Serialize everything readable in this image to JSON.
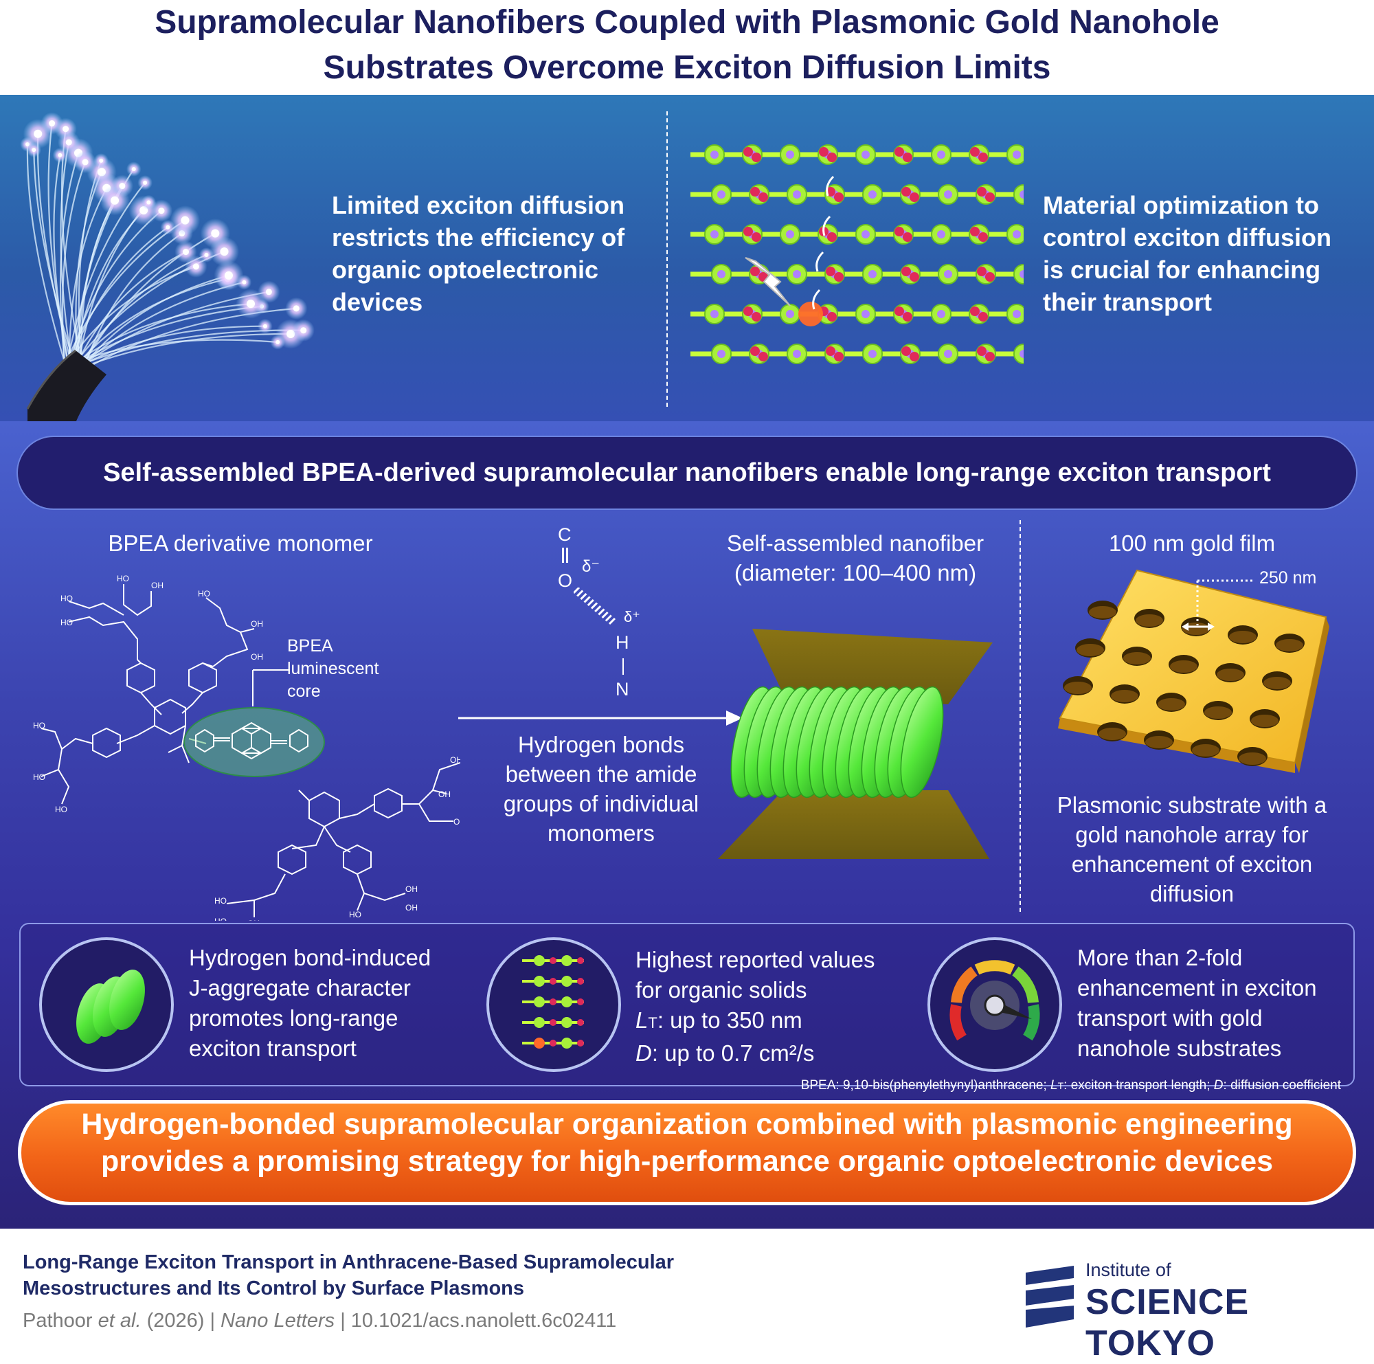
{
  "title": "Supramolecular Nanofibers Coupled with Plasmonic Gold Nanohole\nSubstrates Overcome Exciton Diffusion Limits",
  "top": {
    "left_text": "Limited exciton diffusion\nrestricts the efficiency of\norganic optoelectronic\ndevices",
    "right_text": "Material optimization to\ncontrol exciton diffusion\nis crucial for enhancing\ntheir transport"
  },
  "headline": "Self-assembled BPEA-derived supramolecular nanofibers enable long-range exciton transport",
  "monomer": {
    "label": "BPEA derivative monomer",
    "core_label": "BPEA\nluminescent\ncore"
  },
  "hbond": {
    "atom_c": "C",
    "atom_o": "O",
    "delta_minus": "δ⁻",
    "delta_plus": "δ⁺",
    "atom_h": "H",
    "atom_n": "N",
    "caption": "Hydrogen bonds\nbetween the amide\ngroups of individual\nmonomers"
  },
  "nanofiber": {
    "label": "Self-assembled nanofiber\n(diameter: 100–400 nm)"
  },
  "gold": {
    "label": "100 nm gold film",
    "spacing": "250 nm",
    "caption": "Plasmonic substrate with a\ngold nanohole array for\nenhancement of exciton\ndiffusion"
  },
  "features": [
    {
      "text": "Hydrogen bond-induced\nJ-aggregate character\npromotes long-range\nexciton transport"
    },
    {
      "line1": "Highest reported values",
      "line2": "for organic solids",
      "lt_sym": "L",
      "lt_sub": "T",
      "lt_val": ": up to 350 nm",
      "d_sym": "D",
      "d_val": ": up to 0.7 cm²/s"
    },
    {
      "text": "More than 2-fold\nenhancement in exciton\ntransport with gold\nnanohole substrates"
    }
  ],
  "footnote": {
    "part1": "BPEA: 9,10-bis(phenylethynyl)anthracene; ",
    "lt_sym": "L",
    "lt_sub": "T",
    "part2": ": exciton transport length; ",
    "d_sym": "D",
    "part3": ": diffusion coefficient"
  },
  "conclusion": "Hydrogen-bonded supramolecular organization combined with plasmonic engineering\nprovides a promising strategy for high-performance organic optoelectronic devices",
  "footer": {
    "paper_title": "Long-Range Exciton Transport in Anthracene-Based Supramolecular\nMesostructures and Its Control by Surface Plasmons",
    "authors": "Pathoor",
    "et_al": "et al.",
    "year": "(2026)",
    "sep1": "|",
    "journal": "Nano Letters",
    "sep2": "|",
    "doi": "10.1021/acs.nanolett.6c02411",
    "institute_small": "Institute of",
    "institute_main": "SCIENCE TOKYO"
  },
  "colors": {
    "title_navy": "#1c1f5e",
    "fiber_green": "#5aff3a",
    "gold": "#f2c02e",
    "accent_orange": "#f26418",
    "header_pill": "#221e6e"
  }
}
